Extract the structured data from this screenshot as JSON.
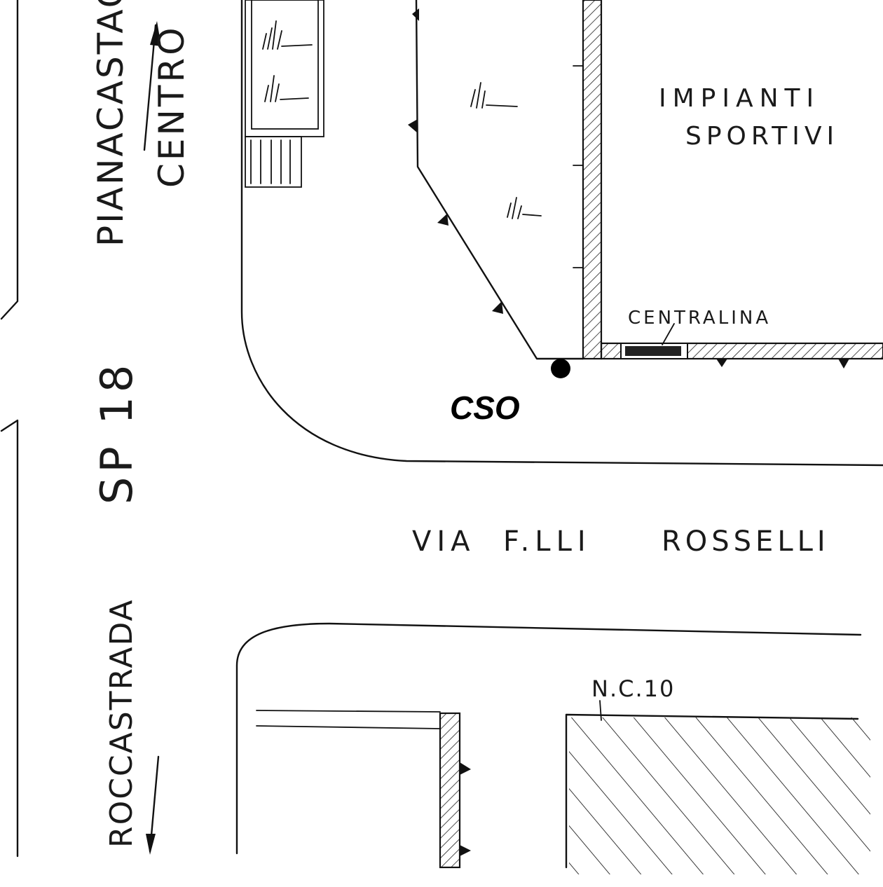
{
  "map": {
    "labels": {
      "pianacastagnaio": "PIANACASTAGNA",
      "centro": "CENTRO",
      "sp18": "SP 18",
      "roccastrada": "ROCCASTRADA",
      "impianti": "IMPIANTI",
      "sportivi": "SPORTIVI",
      "centralina": "CENTRALINA",
      "cso": "CSO",
      "street_via": "VIA",
      "street_filli": "F.LLI",
      "street_rosselli": "ROSSELLI",
      "nc10": "N.C.10"
    },
    "colors": {
      "ink": "#111111",
      "background": "#ffffff"
    },
    "icons": {
      "marker": "filled-circle-marker",
      "arrow_north": "arrow-up-icon",
      "arrow_south": "arrow-down-icon",
      "grass": "grass-tuft-icon"
    }
  }
}
